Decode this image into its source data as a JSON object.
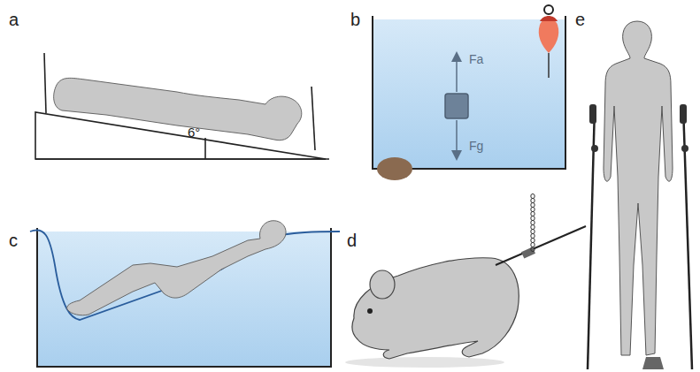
{
  "diagram": {
    "labels": [
      "a",
      "b",
      "c",
      "d",
      "e",
      "6°",
      "Fa",
      "Fg"
    ]
  }
}
